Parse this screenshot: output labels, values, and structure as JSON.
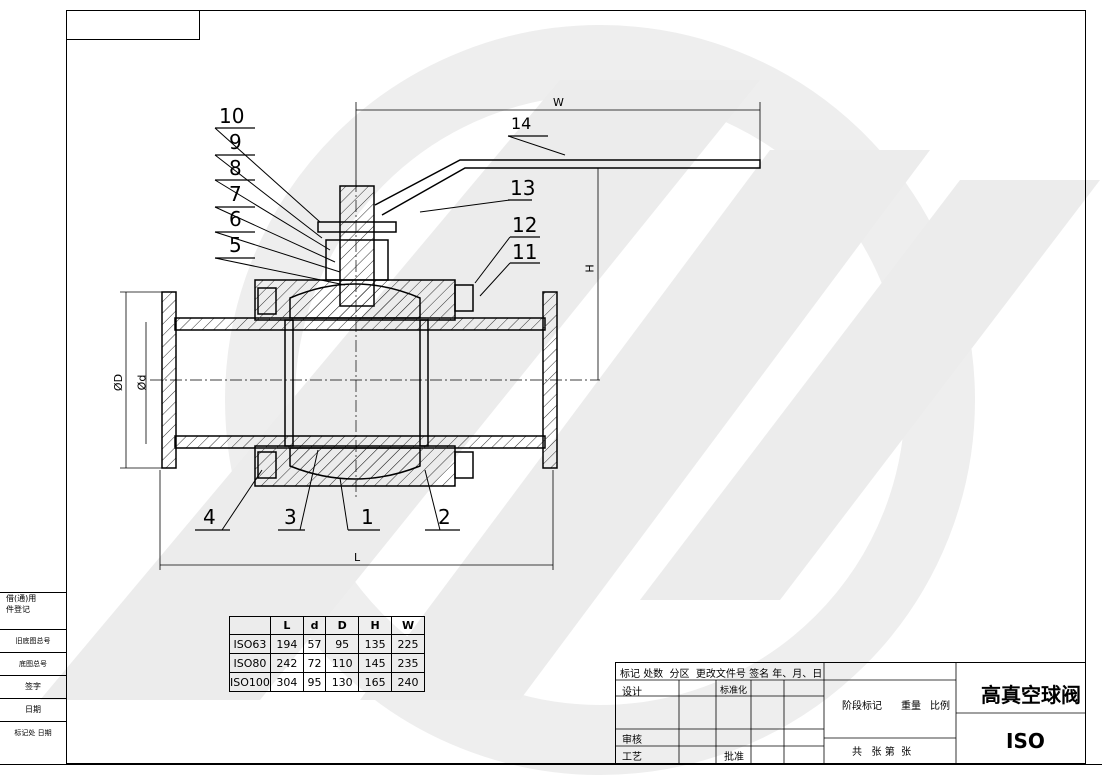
{
  "drawing": {
    "dimension_labels": {
      "W": "W",
      "H": "H",
      "L": "L",
      "D": "ØD",
      "d": "Ød"
    },
    "part_numbers": [
      "1",
      "2",
      "3",
      "4",
      "5",
      "6",
      "7",
      "8",
      "9",
      "10",
      "11",
      "12",
      "13",
      "14"
    ]
  },
  "spec_table": {
    "headers": [
      "",
      "L",
      "d",
      "D",
      "H",
      "W"
    ],
    "rows": [
      [
        "ISO63",
        "194",
        "57",
        "95",
        "135",
        "225"
      ],
      [
        "ISO80",
        "242",
        "72",
        "110",
        "145",
        "235"
      ],
      [
        "ISO100",
        "304",
        "95",
        "130",
        "165",
        "240"
      ]
    ]
  },
  "title_block": {
    "headers": [
      "标记",
      "处数",
      "分区",
      "更改文件号",
      "签名",
      "年、月、日"
    ],
    "design": "设计",
    "standardization": "标准化",
    "stage_mark": "阶段标记",
    "weight": "重量",
    "scale": "比例",
    "review": "审核",
    "process": "工艺",
    "approve": "批准",
    "sheets_total": "共",
    "sheet_unit": "张",
    "sheet_no": "第",
    "sheet_unit2": "张",
    "title": "高真空球阀",
    "std": "ISO"
  },
  "left_block": {
    "items": [
      "借(通)用\n件登记",
      "旧底图总号",
      "底图总号",
      "签字",
      "日期",
      "标记处 日期"
    ]
  },
  "colors": {
    "line": "#000000",
    "watermark": "#e8e8e8",
    "hatch": "#333333"
  }
}
